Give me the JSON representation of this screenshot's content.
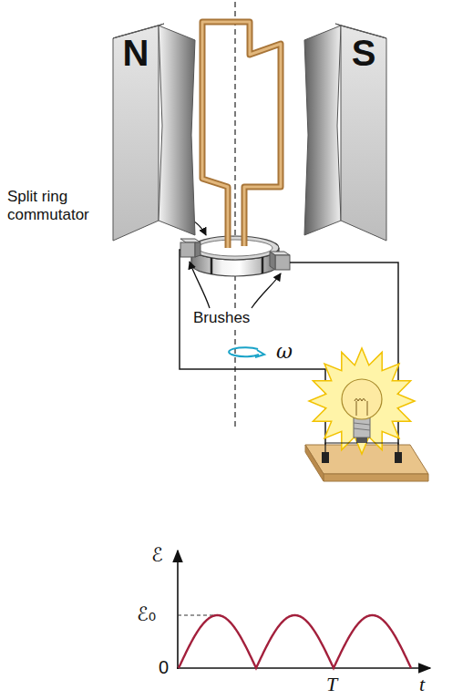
{
  "diagram": {
    "nodes": [
      {
        "text": [
          "N"
        ]
      },
      {
        "text": [
          "S"
        ]
      }
    ],
    "labels": [
      "Split ring commutator",
      "Brushes",
      "ω",
      "ℰ",
      "ℰ₀",
      "0",
      "T",
      "t"
    ]
  }
}
